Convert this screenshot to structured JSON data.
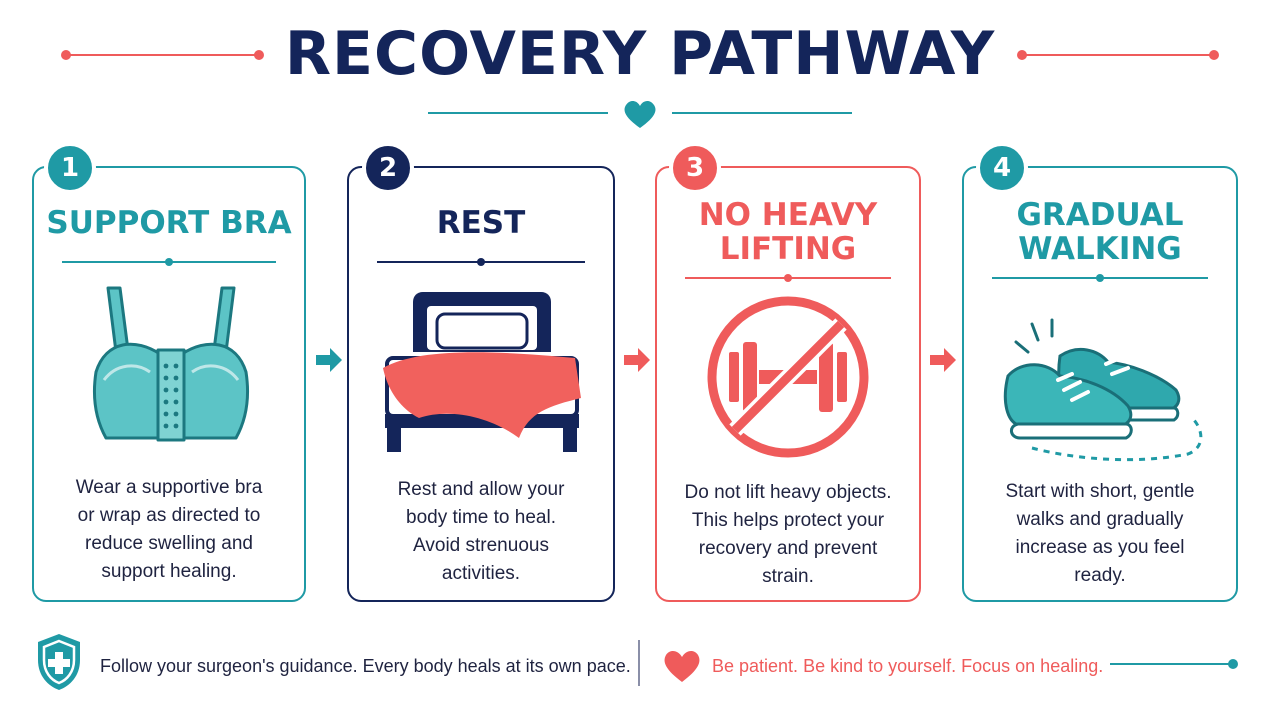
{
  "title": "RECOVERY PATHWAY",
  "steps": [
    {
      "number": "1",
      "title_lines": [
        "SUPPORT BRA"
      ],
      "description_lines": [
        "Wear a supportive bra",
        "or wrap as directed to",
        "reduce swelling and",
        "support healing."
      ],
      "icon": "bra-icon",
      "color": "#1f9aa5"
    },
    {
      "number": "2",
      "title_lines": [
        "REST"
      ],
      "description_lines": [
        "Rest and allow your",
        "body time to heal.",
        "Avoid strenuous",
        "activities."
      ],
      "icon": "bed-icon",
      "color": "#14255a"
    },
    {
      "number": "3",
      "title_lines": [
        "NO HEAVY",
        "LIFTING"
      ],
      "description_lines": [
        "Do not lift heavy objects.",
        "This helps protect your",
        "recovery and prevent",
        "strain."
      ],
      "icon": "no-dumbbell-icon",
      "color": "#ef5b5b"
    },
    {
      "number": "4",
      "title_lines": [
        "GRADUAL",
        "WALKING"
      ],
      "description_lines": [
        "Start with short, gentle",
        "walks and gradually",
        "increase as you feel",
        "ready."
      ],
      "icon": "sneakers-icon",
      "color": "#1f9aa5"
    }
  ],
  "footer": {
    "guidance": "Follow your surgeon's guidance. Every body heals at its own pace.",
    "encouragement": "Be patient. Be kind to yourself. Focus on healing."
  },
  "colors": {
    "teal": "#1f9aa5",
    "navy": "#14255a",
    "coral": "#ef5b5b"
  }
}
